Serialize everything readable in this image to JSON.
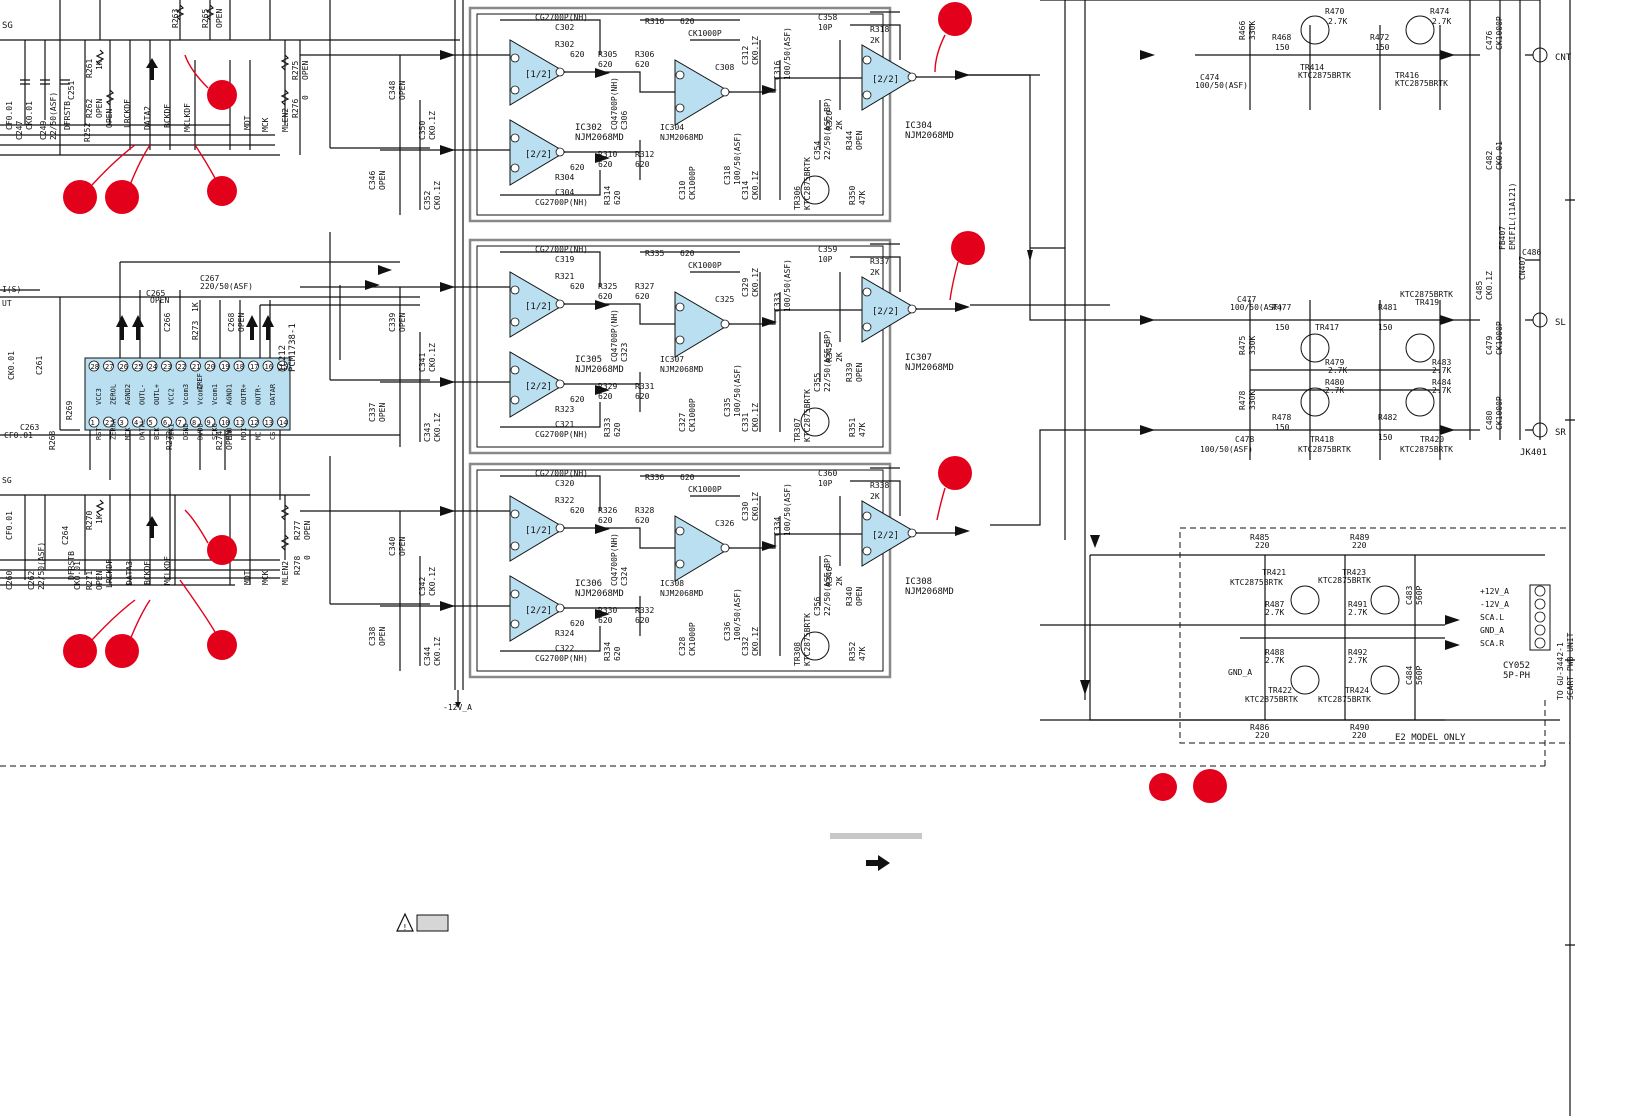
{
  "top_labels": [
    "R263",
    "R265",
    "OPEN",
    "CF0.01",
    "CK0.01",
    "R261",
    "1K",
    "R262",
    "OPEN",
    "C247",
    "C249",
    "22/50(ASF)",
    "C251",
    "DFRSTB",
    "R252",
    "OPEN",
    "LRCKDF",
    "DATA2",
    "BCKDF",
    "MCLKDF",
    "MDT",
    "MCK",
    "MLEN2",
    "R275",
    "OPEN",
    "R276",
    "0",
    "SG"
  ],
  "mid_left_labels": [
    "I(S)",
    "UT",
    "CK0.01",
    "C261",
    "C263",
    "CF0.01",
    "R269",
    "R268",
    "R272",
    "R274",
    "OPEN",
    "SG",
    "C265",
    "OPEN",
    "C266",
    "C267",
    "220/50(ASF)",
    "R273",
    "1K",
    "C268",
    "OPEN"
  ],
  "ic212": {
    "name": "IC212",
    "part": "PCM1738-1",
    "pins_top": [
      "VCC3",
      "ZEROL",
      "AGND2",
      "OUTL-",
      "OUTL+",
      "VCC2",
      "Vcom3",
      "Vcom2",
      "Vcom1",
      "AGND1",
      "OUTR+",
      "OUTR-",
      "DATAR"
    ],
    "pins_top_nums": [
      "28",
      "27",
      "26",
      "25",
      "24",
      "23",
      "22",
      "21",
      "20",
      "19",
      "18",
      "17",
      "16",
      "15"
    ],
    "pins_bottom": [
      "RST",
      "ZEROA",
      "MCK",
      "DATAL",
      "BCK",
      "SCKI",
      "DGND",
      "DVDD",
      "SCKO",
      "MDO",
      "MDI",
      "MC",
      "CS"
    ],
    "pins_bottom_nums": [
      "1",
      "2",
      "3",
      "4",
      "5",
      "6",
      "7",
      "8",
      "9",
      "10",
      "11",
      "12",
      "13",
      "14"
    ],
    "extra": [
      "IREF",
      "MDT"
    ]
  },
  "bottom_left_labels": [
    "C260",
    "C262",
    "22/50(ASF)",
    "C264",
    "CK0.01",
    "CF0.01",
    "DFRSTB",
    "R271",
    "OPEN",
    "R270",
    "1K",
    "LRCKDF",
    "DATA3",
    "BCKDF",
    "MCLKDF",
    "MDT",
    "MCK",
    "MLEN2",
    "R277",
    "OPEN",
    "R278",
    "0"
  ],
  "channels": [
    {
      "caps_in": [
        "C348",
        "OPEN",
        "C350",
        "CK0.1Z",
        "C346",
        "OPEN",
        "C352",
        "CK0.1Z"
      ],
      "op1": "IC302",
      "op1_part": "NJM2068MD",
      "op1a": "[1/2]",
      "op1b": "[2/2]",
      "parts": [
        "C302",
        "CG2700P(NH)",
        "R302",
        "620",
        "R304",
        "620",
        "C304",
        "CG2700P(NH)",
        "R305",
        "620",
        "R306",
        "620",
        "R310",
        "620",
        "R312",
        "620",
        "C306",
        "CQ4700P(NH)",
        "R314",
        "620",
        "C308",
        "CK1000P",
        "R316",
        "620",
        "C310",
        "CK1000P",
        "IC304",
        "NJM2068MD",
        "C312",
        "CK0.1Z",
        "C314",
        "CK0.1Z",
        "C316",
        "100/50(ASF)",
        "C318",
        "100/50(ASF)",
        "TR306",
        "KTC2875BRTK",
        "C354",
        "22/50(ASF-BP)",
        "C358",
        "10P",
        "R318",
        "2K",
        "R320",
        "2K",
        "R344",
        "OPEN",
        "R350",
        "47K"
      ],
      "out_ic": "IC304",
      "out_part": "NJM2068MD",
      "out_unit": "[2/2]"
    },
    {
      "caps_in": [
        "C339",
        "OPEN",
        "C341",
        "CK0.1Z",
        "C337",
        "OPEN",
        "C343",
        "CK0.1Z"
      ],
      "op1": "IC305",
      "op1_part": "NJM2068MD",
      "op1a": "[1/2]",
      "op1b": "[2/2]",
      "parts": [
        "C319",
        "CG2700P(NH)",
        "R321",
        "620",
        "R323",
        "620",
        "C321",
        "CG2700P(NH)",
        "R325",
        "620",
        "R327",
        "620",
        "R329",
        "620",
        "R331",
        "620",
        "C323",
        "CQ4700P(NH)",
        "R333",
        "620",
        "C325",
        "CK1000P",
        "R335",
        "620",
        "C327",
        "CK1000P",
        "IC307",
        "NJM2068MD",
        "C329",
        "CK0.1Z",
        "C331",
        "CK0.1Z",
        "C333",
        "100/50(ASF)",
        "C335",
        "100/50(ASF)",
        "TR307",
        "KTC2875BRTK",
        "C355",
        "22/50(ASF-BP)",
        "C359",
        "10P",
        "R337",
        "2K",
        "R345",
        "2K",
        "R339",
        "OPEN",
        "R351",
        "47K"
      ],
      "out_ic": "IC307",
      "out_part": "NJM2068MD",
      "out_unit": "[2/2]"
    },
    {
      "caps_in": [
        "C340",
        "OPEN",
        "C342",
        "CK0.1Z",
        "C338",
        "OPEN",
        "C344",
        "CK0.1Z"
      ],
      "op1": "IC306",
      "op1_part": "NJM2068MD",
      "op1a": "[1/2]",
      "op1b": "[2/2]",
      "parts": [
        "C320",
        "CG2700P(NH)",
        "R322",
        "620",
        "R324",
        "620",
        "C322",
        "CG2700P(NH)",
        "R326",
        "620",
        "R328",
        "620",
        "R330",
        "620",
        "R332",
        "620",
        "C324",
        "CQ4700P(NH)",
        "R334",
        "620",
        "C326",
        "CK1000P",
        "R336",
        "620",
        "C328",
        "CK1000P",
        "IC308",
        "NJM2068MD",
        "C330",
        "CK0.1Z",
        "C332",
        "CK0.1Z",
        "C334",
        "100/50(ASF)",
        "C336",
        "100/50(ASF)",
        "TR308",
        "KTC2875BRTK",
        "C356",
        "22/50(ASF-BP)",
        "C360",
        "10P",
        "R338",
        "2K",
        "R346",
        "2K",
        "R340",
        "OPEN",
        "R352",
        "47K"
      ],
      "out_ic": "IC308",
      "out_part": "NJM2068MD",
      "out_unit": "[2/2]"
    }
  ],
  "supply_label": "-12V_A",
  "output_stage": {
    "labels": [
      "R466",
      "330K",
      "R468",
      "150",
      "R470",
      "2.7K",
      "R472",
      "150",
      "R474",
      "2.7K",
      "C474",
      "100/50(ASF)",
      "TR414",
      "KTC2875BRTK",
      "TR416",
      "KTC2875BRTK",
      "C476",
      "CK1000P",
      "C482",
      "CK0.01",
      "FB407",
      "EMIFIL(11A121)",
      "C485",
      "CK0.1Z",
      "C486",
      "R475",
      "330K",
      "R477",
      "150",
      "C477",
      "100/50(ASF)",
      "TR417",
      "R479",
      "2.7K",
      "R481",
      "150",
      "TR419",
      "KTC2875BRTK",
      "R483",
      "2.7K",
      "C479",
      "CK1000P",
      "R478",
      "330K",
      "R478",
      "150",
      "R480",
      "2.7K",
      "TR418",
      "KTC2875BRTK",
      "R482",
      "150",
      "R484",
      "2.7K",
      "TR420",
      "KTC2875BRTK",
      "C478",
      "100/50(ASF)",
      "C480",
      "CK1000P",
      "CN407"
    ],
    "jack": "JK401",
    "jack_outputs": [
      "CNT",
      "SL",
      "SR"
    ]
  },
  "e2_block": {
    "labels": [
      "R485",
      "220",
      "R489",
      "220",
      "TR421",
      "KTC2875BRTK",
      "TR423",
      "KTC2875BRTK",
      "R487",
      "2.7K",
      "R491",
      "2.7K",
      "C483",
      "560P",
      "R488",
      "2.7K",
      "R492",
      "2.7K",
      "C484",
      "560P",
      "TR422",
      "KTC2875BRTK",
      "TR424",
      "KTC2875BRTK",
      "R486",
      "220",
      "R490",
      "220",
      "GND_A"
    ],
    "connector_pins": [
      "+12V_A",
      "-12V_A",
      "SCA.L",
      "GND_A",
      "SCA.R"
    ],
    "connector": "CY052",
    "connector_type": "5P-PH",
    "to_text": "TO GU-3442-1",
    "to_text2": "SCART PWB UNIT",
    "model_note": "E2 MODEL ONLY"
  },
  "colors": {
    "accent_red": "#e3001b",
    "ic_fill": "#b9dff0",
    "panel_gray": "#888888"
  },
  "legend": {
    "gray_bar": "",
    "arrow": "",
    "warning_box": ""
  }
}
